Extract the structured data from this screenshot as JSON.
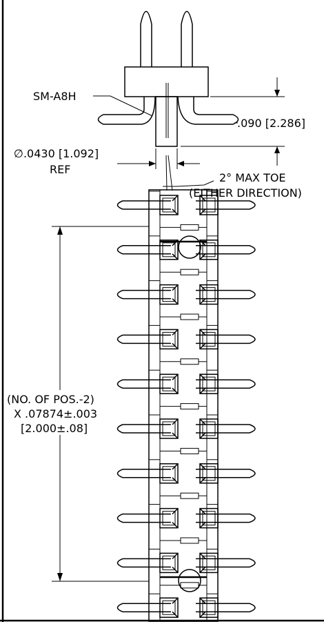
{
  "labels": {
    "part": "SM-A8H",
    "height_dim": ".090 [2.286]",
    "pin_dia": "∅.0430 [1.092]",
    "pin_dia_note": "REF",
    "toe_line1": "2° MAX TOE",
    "toe_line2": "(EITHER DIRECTION)",
    "pitch_line1": "(NO. OF POS.-2)",
    "pitch_line2": "X .07874±.003",
    "pitch_line3": "[2.000±.08]"
  },
  "colors": {
    "line": "#000000",
    "background": "#ffffff"
  }
}
